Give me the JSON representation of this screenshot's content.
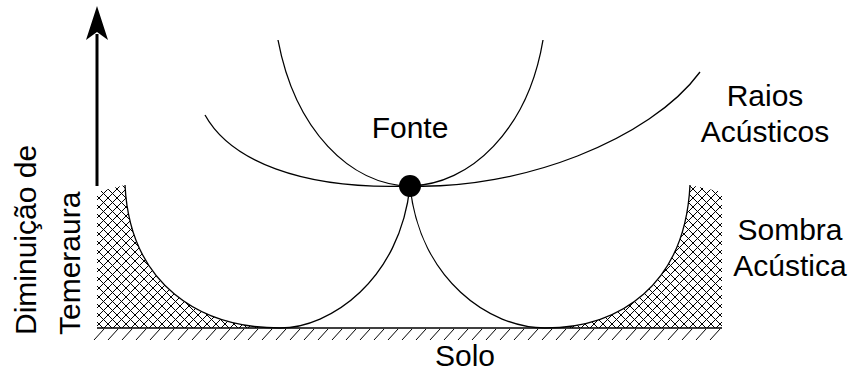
{
  "diagram": {
    "labels": [
      "Diminuição de Temeraura",
      "Fonte",
      "Raios Acústicos",
      "Sombra Acústica",
      "Solo"
    ]
  }
}
